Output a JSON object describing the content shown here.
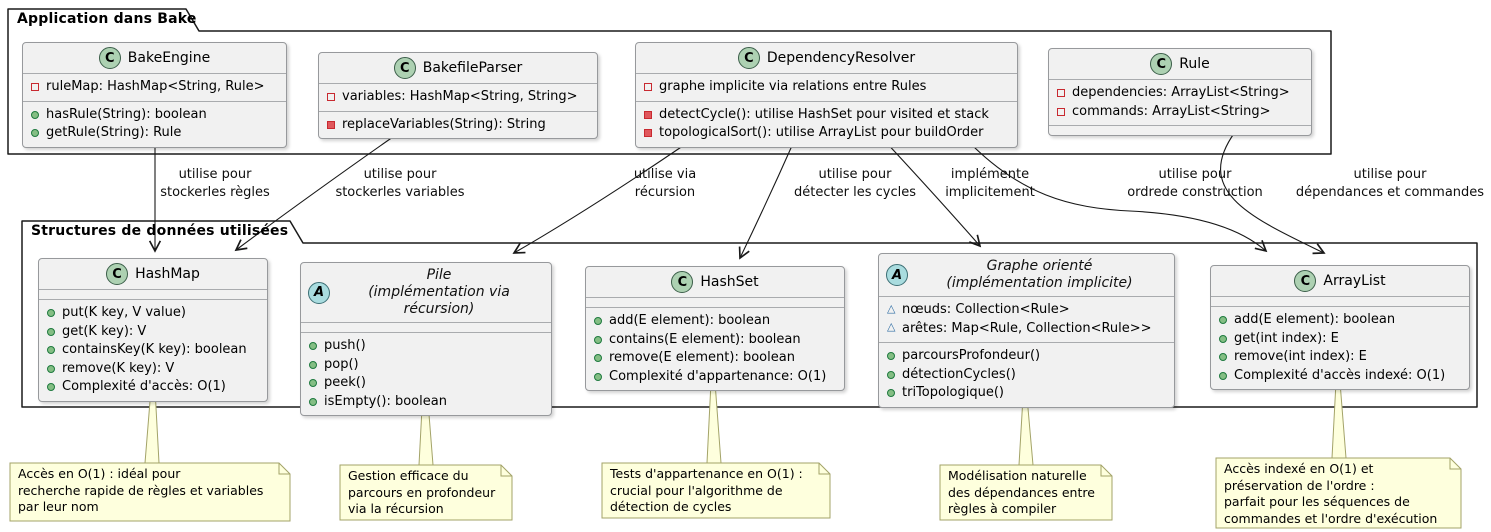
{
  "packages": {
    "app": {
      "title": "Application dans Bake"
    },
    "structures": {
      "title": "Structures de données utilisées"
    }
  },
  "classes": {
    "bakeEngine": {
      "stereo": "C",
      "name": "BakeEngine",
      "attrs": [
        "ruleMap: HashMap<String, Rule>"
      ],
      "methods": [
        "hasRule(String): boolean",
        "getRule(String): Rule"
      ]
    },
    "bakefileParser": {
      "stereo": "C",
      "name": "BakefileParser",
      "attrs": [
        "variables: HashMap<String, String>"
      ],
      "methods": [
        "replaceVariables(String): String"
      ]
    },
    "dependencyResolver": {
      "stereo": "C",
      "name": "DependencyResolver",
      "attrs": [
        "graphe implicite via relations entre Rules"
      ],
      "methods": [
        "detectCycle(): utilise HashSet pour visited et stack",
        "topologicalSort(): utilise ArrayList pour buildOrder"
      ]
    },
    "rule": {
      "stereo": "C",
      "name": "Rule",
      "attrs": [
        "dependencies: ArrayList<String>",
        "commands: ArrayList<String>"
      ],
      "methods": []
    },
    "hashMap": {
      "stereo": "C",
      "name": "HashMap",
      "attrs": [],
      "methods": [
        "put(K key, V value)",
        "get(K key): V",
        "containsKey(K key): boolean",
        "remove(K key): V",
        "Complexité d'accès: O(1)"
      ]
    },
    "pile": {
      "stereo": "A",
      "name": "Pile",
      "subtitle": "(implémentation via récursion)",
      "attrs": [],
      "methods": [
        "push()",
        "pop()",
        "peek()",
        "isEmpty(): boolean"
      ]
    },
    "hashSet": {
      "stereo": "C",
      "name": "HashSet",
      "attrs": [],
      "methods": [
        "add(E element): boolean",
        "contains(E element): boolean",
        "remove(E element): boolean",
        "Complexité d'appartenance: O(1)"
      ]
    },
    "grapheOriente": {
      "stereo": "A",
      "name": "Graphe orienté",
      "subtitle": "(implémentation implicite)",
      "attrs": [
        "nœuds: Collection<Rule>",
        "arêtes: Map<Rule, Collection<Rule>>"
      ],
      "methods": [
        "parcoursProfondeur()",
        "détectionCycles()",
        "triTopologique()"
      ]
    },
    "arrayList": {
      "stereo": "C",
      "name": "ArrayList",
      "attrs": [],
      "methods": [
        "add(E element): boolean",
        "get(int index): E",
        "remove(int index): E",
        "Complexité d'accès indexé: O(1)"
      ]
    }
  },
  "edges": [
    {
      "from": "BakeEngine",
      "to": "HashMap",
      "l1": "utilise pour",
      "l2": "stockerles règles"
    },
    {
      "from": "BakefileParser",
      "to": "HashMap",
      "l1": "utilise pour",
      "l2": "stockerles variables"
    },
    {
      "from": "DependencyResolver",
      "to": "Pile",
      "l1": "utilise via",
      "l2": "récursion"
    },
    {
      "from": "DependencyResolver",
      "to": "HashSet",
      "l1": "utilise pour",
      "l2": "détecter les cycles"
    },
    {
      "from": "DependencyResolver",
      "to": "Graphe orienté",
      "l1": "implémente",
      "l2": "implicitement"
    },
    {
      "from": "DependencyResolver",
      "to": "ArrayList",
      "l1": "utilise pour",
      "l2": "ordrede construction"
    },
    {
      "from": "Rule",
      "to": "ArrayList",
      "l1": "utilise pour",
      "l2": "dépendances et commandes"
    }
  ],
  "notes": [
    {
      "attached_to": "HashMap",
      "lines": [
        "Accès en O(1) : idéal pour",
        "recherche rapide de règles et variables",
        "par leur nom"
      ]
    },
    {
      "attached_to": "Pile",
      "lines": [
        "Gestion efficace du",
        "parcours en profondeur",
        "via la récursion"
      ]
    },
    {
      "attached_to": "HashSet",
      "lines": [
        "Tests d'appartenance en O(1) :",
        "crucial pour l'algorithme de",
        "détection de cycles"
      ]
    },
    {
      "attached_to": "Graphe orienté",
      "lines": [
        "Modélisation naturelle",
        "des dépendances entre",
        "règles à compiler"
      ]
    },
    {
      "attached_to": "ArrayList",
      "lines": [
        "Accès indexé en O(1) et",
        "préservation de l'ordre :",
        "parfait pour les séquences de",
        "commandes et l'ordre d'exécution"
      ]
    }
  ],
  "colors": {
    "class_fill": "#F1F1F1",
    "class_border": "#97999C",
    "circle_class": "#ADD1B2",
    "circle_abstract": "#A9DCDF",
    "note_fill": "#FEFFDD",
    "note_border": "#A3A368",
    "vis_private": "#C82930",
    "vis_public": "#84BE84",
    "vis_package": "#2E6DA4",
    "line": "#181818"
  }
}
